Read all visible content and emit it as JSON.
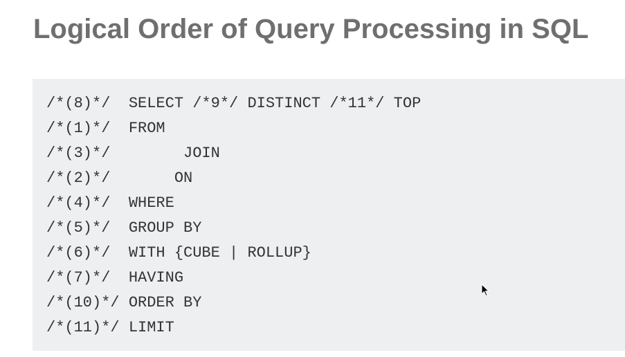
{
  "title": "Logical Order of Query Processing in SQL",
  "code_lines": [
    "/*(8)*/  SELECT /*9*/ DISTINCT /*11*/ TOP",
    "/*(1)*/  FROM",
    "/*(3)*/        JOIN",
    "/*(2)*/       ON",
    "/*(4)*/  WHERE",
    "/*(5)*/  GROUP BY",
    "/*(6)*/  WITH {CUBE | ROLLUP}",
    "/*(7)*/  HAVING",
    "/*(10)*/ ORDER BY",
    "/*(11)*/ LIMIT"
  ],
  "icons": {
    "cursor": "mouse-pointer-icon"
  }
}
